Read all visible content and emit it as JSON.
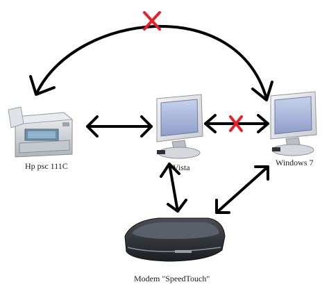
{
  "nodes": {
    "printer": {
      "label": "Hp psc 111C",
      "icon": "printer-icon"
    },
    "vista": {
      "label": "Vista",
      "icon": "monitor-icon"
    },
    "win7": {
      "label": "Windows 7",
      "icon": "monitor-icon"
    },
    "modem": {
      "label": "Modem \"SpeedTouch\"",
      "icon": "modem-icon"
    }
  },
  "connections": [
    {
      "from": "printer",
      "to": "vista",
      "blocked": false
    },
    {
      "from": "vista",
      "to": "win7",
      "blocked": true
    },
    {
      "from": "printer",
      "to": "win7",
      "blocked": true
    },
    {
      "from": "vista",
      "to": "modem",
      "blocked": false
    },
    {
      "from": "modem",
      "to": "win7",
      "blocked": false
    }
  ],
  "colors": {
    "arrow": "#000000",
    "blocked_mark": "#e8202a",
    "screen": "#a9b6d9",
    "device_dark": "#2e3136"
  }
}
